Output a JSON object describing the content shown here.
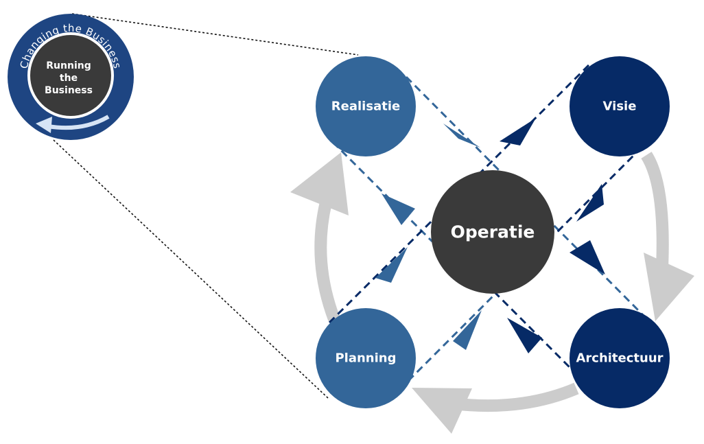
{
  "colors": {
    "light_blue": "#336699",
    "dark_blue": "#062a66",
    "dark_grey": "#3a3a3a",
    "cycle_grey": "#cccccc",
    "badge_ring": "#1e4582",
    "dotted": "#111111"
  },
  "badge": {
    "outer_label": "Changing the Business",
    "inner_lines": [
      "Running",
      "the",
      "Business"
    ]
  },
  "nodes": {
    "center": "Operatie",
    "top_left": "Realisatie",
    "top_right": "Visie",
    "bottom_left": "Planning",
    "bottom_right": "Architectuur"
  }
}
